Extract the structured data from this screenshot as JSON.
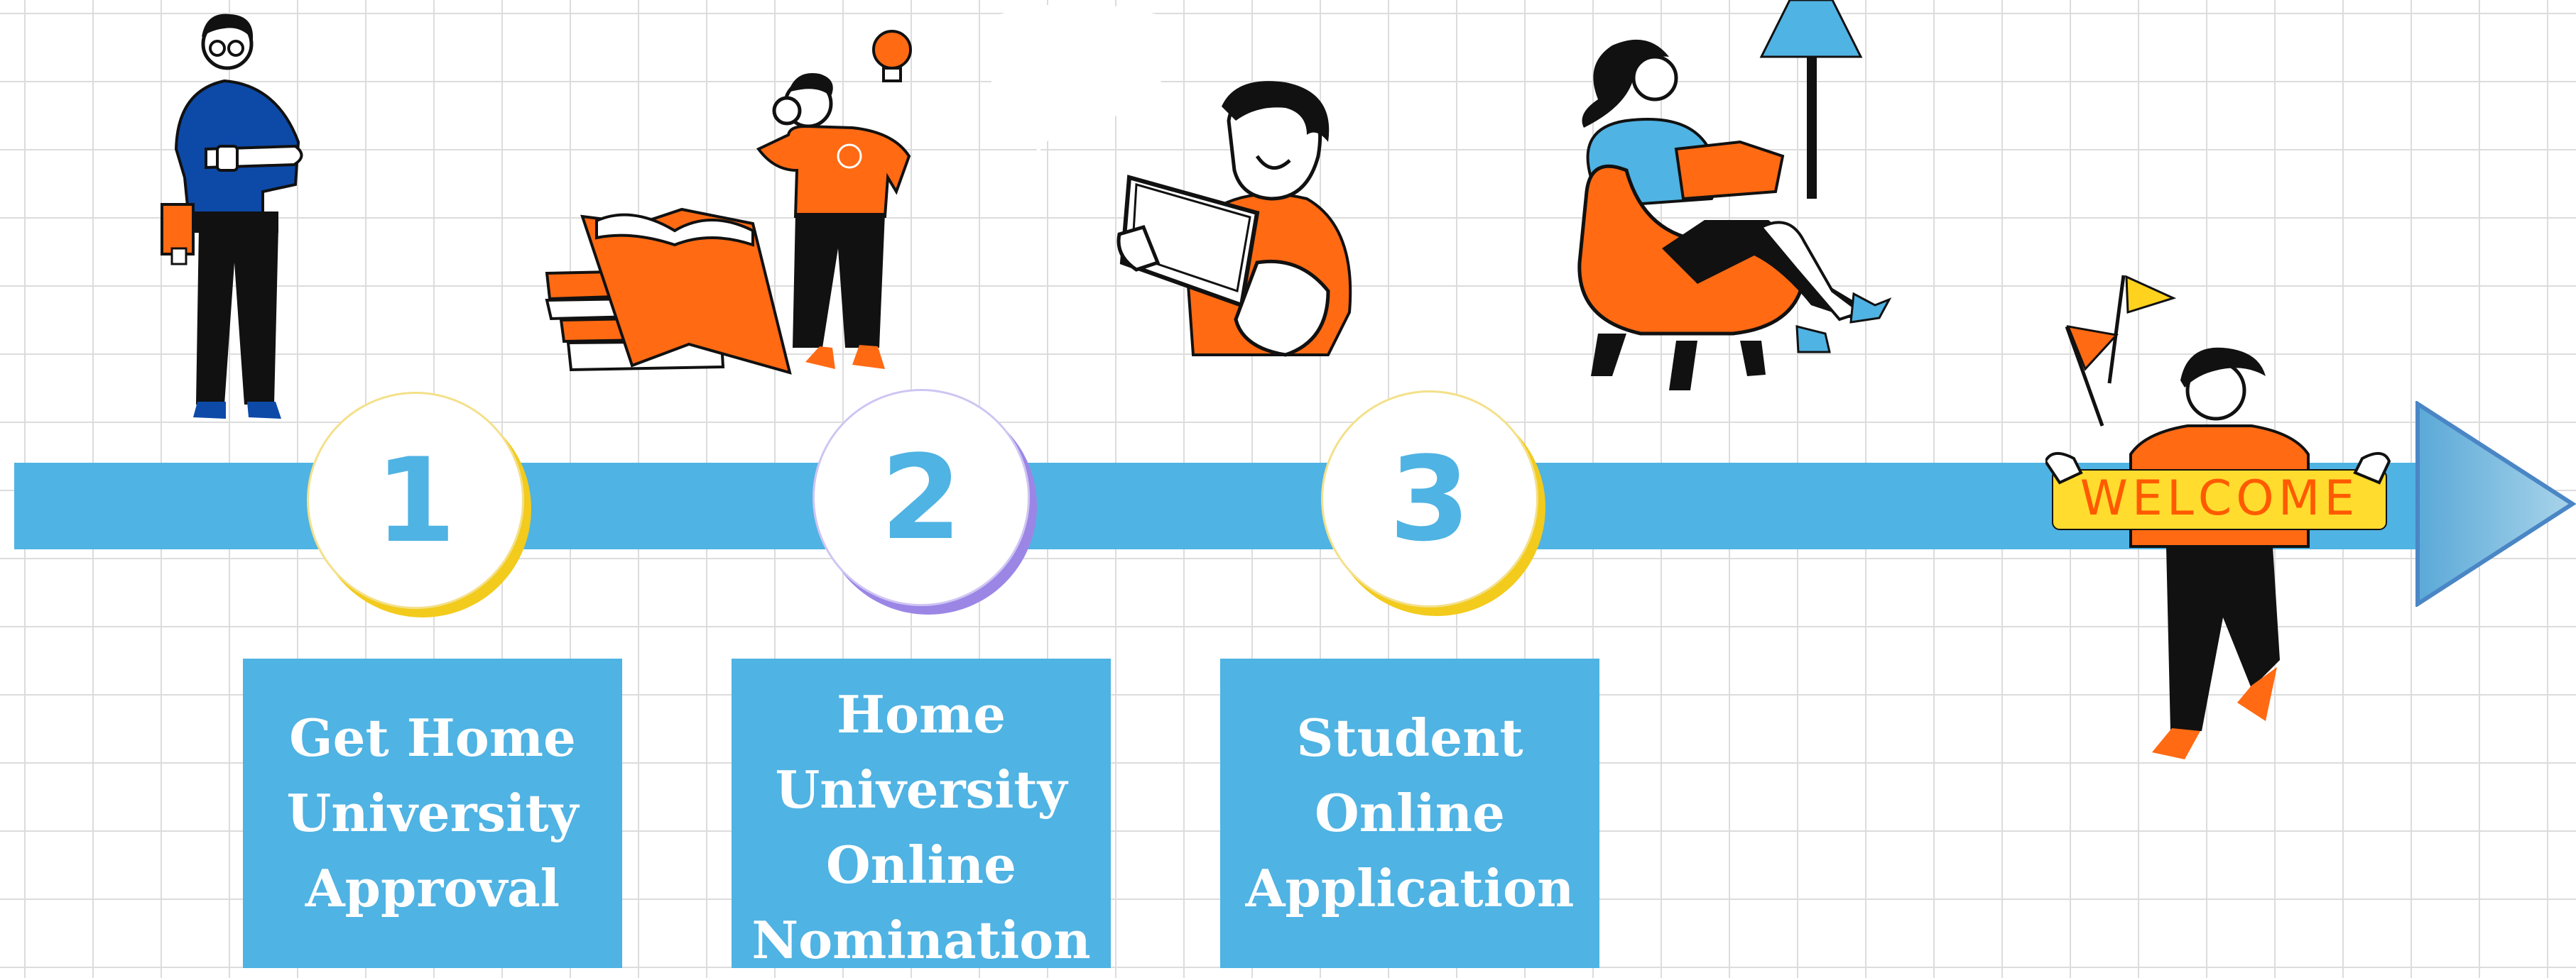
{
  "steps": [
    {
      "number": "1",
      "label": "Get Home University Approval"
    },
    {
      "number": "2",
      "label": "Home University Online Nomination"
    },
    {
      "number": "3",
      "label": "Student Online Application"
    }
  ],
  "welcome_sign": "WELCOME",
  "colors": {
    "timeline": "#4fb3e3",
    "accent_orange": "#ff6a13",
    "accent_yellow": "#f2cb1c",
    "accent_purple": "#9b86e6",
    "sign_yellow": "#ffdc2e"
  },
  "icons": [
    "person-with-mug-icon",
    "person-with-magnifier-icon",
    "lightbulb-icon",
    "books-icon",
    "person-with-tablet-icon",
    "speech-bubble-icon",
    "person-reading-in-chair-icon",
    "floor-lamp-icon",
    "flags-icon",
    "person-holding-welcome-sign-icon",
    "arrow-head-icon"
  ]
}
